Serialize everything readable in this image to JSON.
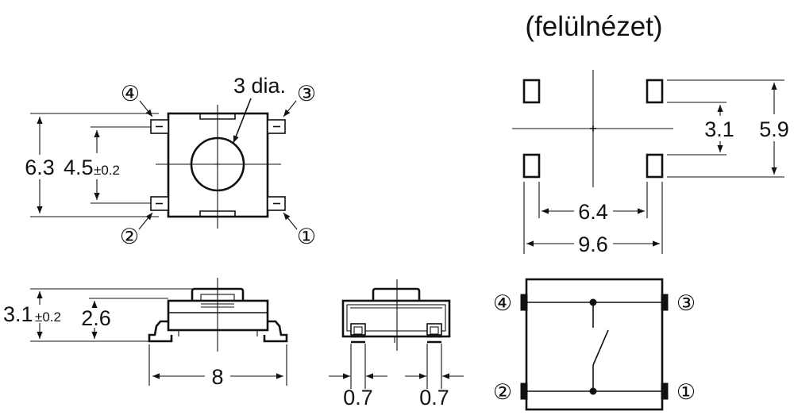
{
  "title": "(felülnézet)",
  "top_view": {
    "diameter": "3 dia.",
    "height": "6.3",
    "pitch": "4.5",
    "pitch_tol": "±0.2",
    "pin1": "①",
    "pin2": "②",
    "pin3": "③",
    "pin4": "④"
  },
  "side_view": {
    "height": "3.1",
    "height_tol": "±0.2",
    "body_height": "2.6",
    "width": "8"
  },
  "end_view": {
    "left_pad": "0.7",
    "right_pad": "0.7"
  },
  "footprint": {
    "inner_v": "3.1",
    "outer_v": "5.9",
    "inner_h": "6.4",
    "outer_h": "9.6"
  },
  "schematic": {
    "pin1": "①",
    "pin2": "②",
    "pin3": "③",
    "pin4": "④"
  }
}
